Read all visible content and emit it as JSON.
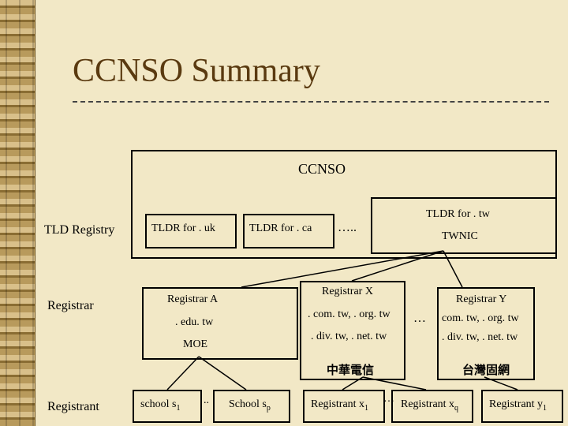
{
  "title": "CCNSO Summary",
  "row_labels": {
    "tld_registry": "TLD Registry",
    "registrar": "Registrar",
    "registrant": "Registrant"
  },
  "ccnso": {
    "label": "CCNSO",
    "tldr_uk": "TLDR for . uk",
    "tldr_ca": "TLDR for . ca",
    "dots": "…..",
    "tldr_tw": "TLDR for . tw",
    "twnic": "TWNIC"
  },
  "registrar_a": {
    "name": "Registrar A",
    "domain": ". edu. tw",
    "org": "MOE"
  },
  "registrar_x": {
    "name": "Registrar X",
    "domains1": ". com. tw, . org. tw",
    "domains2": ". div. tw, . net. tw",
    "org": "中華電信"
  },
  "registrar_y": {
    "name": "Registrar  Y",
    "domains1": "com. tw, . org. tw",
    "domains2": ". div. tw, . net. tw",
    "org": "台灣固網"
  },
  "between_xy": "…",
  "registrants": {
    "school_s1": {
      "base": "school s",
      "sub": "1"
    },
    "school_sp": {
      "base": "School s",
      "sub": "p"
    },
    "registrant_x1": {
      "base": "Registrant x",
      "sub": "1"
    },
    "registrant_xq": {
      "base": "Registrant x",
      "sub": "q"
    },
    "registrant_y1": {
      "base": "Registrant y",
      "sub": "1"
    },
    "dots_a": "..",
    "dots_x": "…"
  }
}
